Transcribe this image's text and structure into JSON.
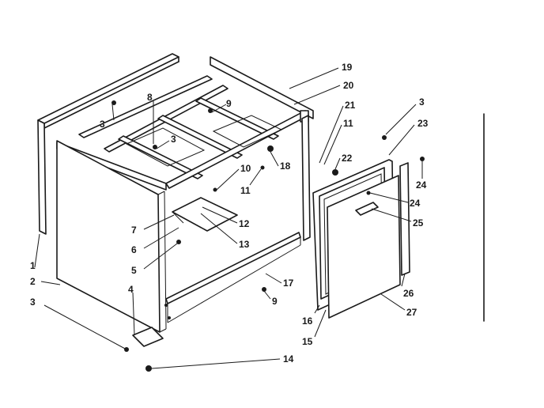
{
  "callouts": [
    {
      "id": "c19",
      "text": "19"
    },
    {
      "id": "c20",
      "text": "20"
    },
    {
      "id": "c21",
      "text": "21"
    },
    {
      "id": "c3a",
      "text": "3"
    },
    {
      "id": "c23",
      "text": "23"
    },
    {
      "id": "c11a",
      "text": "11"
    },
    {
      "id": "c8",
      "text": "8"
    },
    {
      "id": "c9a",
      "text": "9"
    },
    {
      "id": "c3b",
      "text": "3"
    },
    {
      "id": "c3c",
      "text": "3"
    },
    {
      "id": "c18",
      "text": "18"
    },
    {
      "id": "c22",
      "text": "22"
    },
    {
      "id": "c10",
      "text": "10"
    },
    {
      "id": "c11b",
      "text": "11"
    },
    {
      "id": "c24a",
      "text": "24"
    },
    {
      "id": "c24b",
      "text": "24"
    },
    {
      "id": "c25",
      "text": "25"
    },
    {
      "id": "c1",
      "text": "1"
    },
    {
      "id": "c7",
      "text": "7"
    },
    {
      "id": "c12",
      "text": "12"
    },
    {
      "id": "c6",
      "text": "6"
    },
    {
      "id": "c13",
      "text": "13"
    },
    {
      "id": "c5",
      "text": "5"
    },
    {
      "id": "c2",
      "text": "2"
    },
    {
      "id": "c17",
      "text": "17"
    },
    {
      "id": "c4",
      "text": "4"
    },
    {
      "id": "c9b",
      "text": "9"
    },
    {
      "id": "c26",
      "text": "26"
    },
    {
      "id": "c3d",
      "text": "3"
    },
    {
      "id": "c27",
      "text": "27"
    },
    {
      "id": "c16",
      "text": "16"
    },
    {
      "id": "c15",
      "text": "15"
    },
    {
      "id": "c14",
      "text": "14"
    }
  ],
  "colors": {
    "ink": "#1a1a1a",
    "paper": "#ffffff"
  }
}
